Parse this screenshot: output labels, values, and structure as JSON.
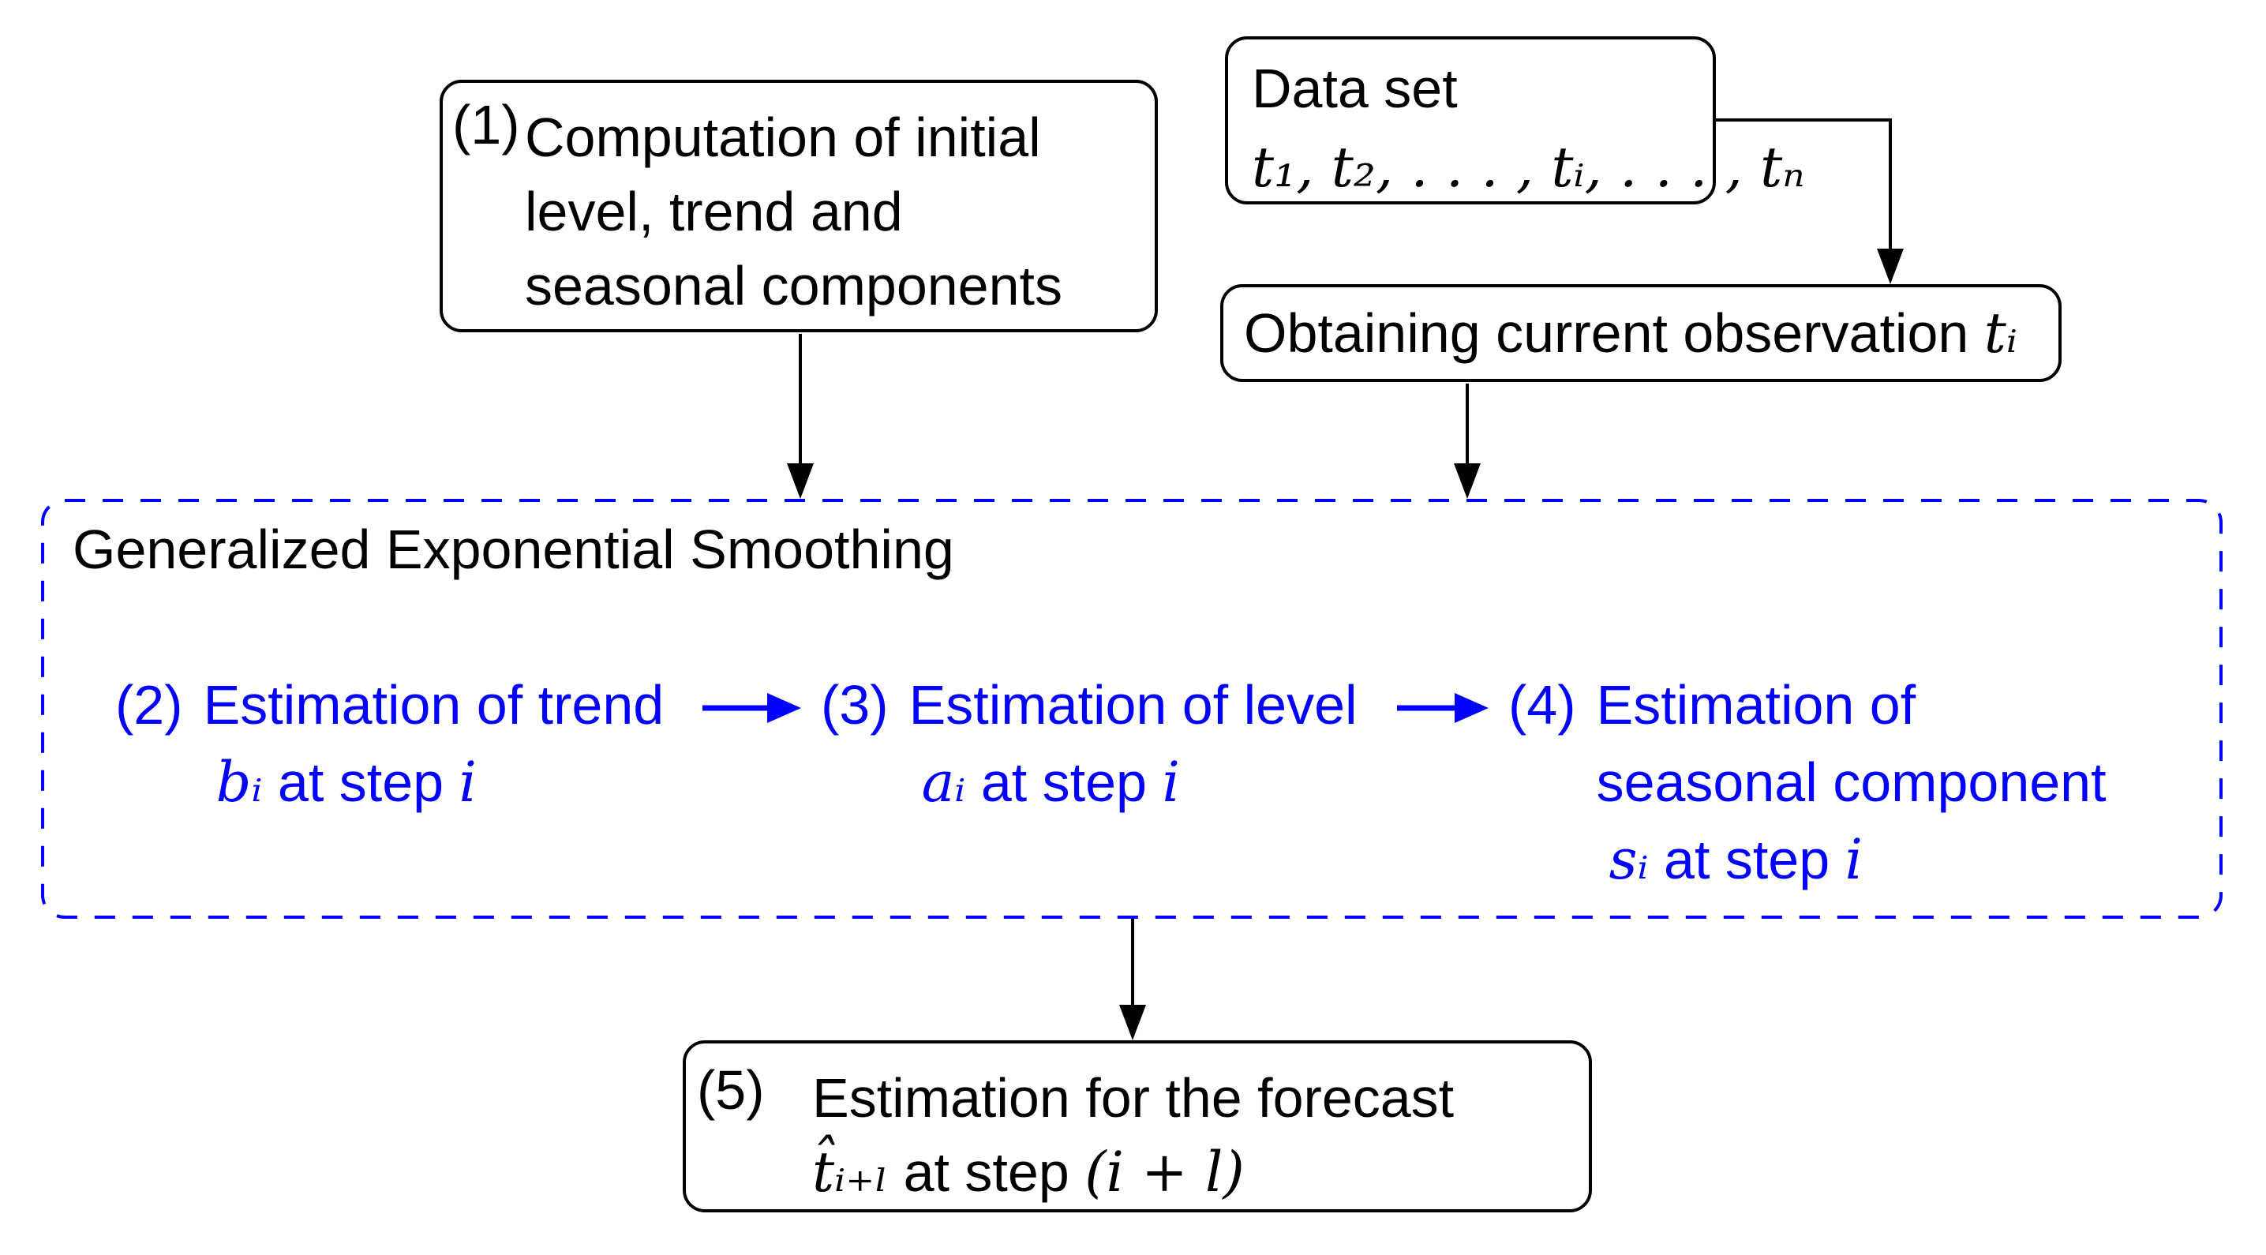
{
  "diagram": {
    "colors": {
      "accent_blue": "#0202fc",
      "ink": "#000000"
    },
    "box_initial": {
      "num": "(1)",
      "line1": "Computation of initial",
      "line2": "level, trend and",
      "line3": "seasonal components"
    },
    "box_dataset": {
      "title": "Data set",
      "math": "t₁, t₂, . . . , tᵢ, . . . , tₙ"
    },
    "box_obtain": {
      "text": "Obtaining current observation",
      "math": "tᵢ"
    },
    "box_ges": {
      "title": "Generalized Exponential Smoothing",
      "steps": [
        {
          "num": "(2)",
          "line1": "Estimation of trend",
          "math": "bᵢ",
          "text2": "at step",
          "math2": "i"
        },
        {
          "num": "(3)",
          "line1": "Estimation of level",
          "math": "aᵢ",
          "text2": "at step",
          "math2": "i"
        },
        {
          "num": "(4)",
          "line1": "Estimation of",
          "line2": "seasonal component",
          "math": "sᵢ",
          "text2": "at step",
          "math2": "i"
        }
      ]
    },
    "box_forecast": {
      "num": "(5)",
      "line1": "Estimation for the forecast",
      "math": "t̂ᵢ₊ₗ",
      "text2": "at step",
      "math2": "(i + l)"
    }
  }
}
